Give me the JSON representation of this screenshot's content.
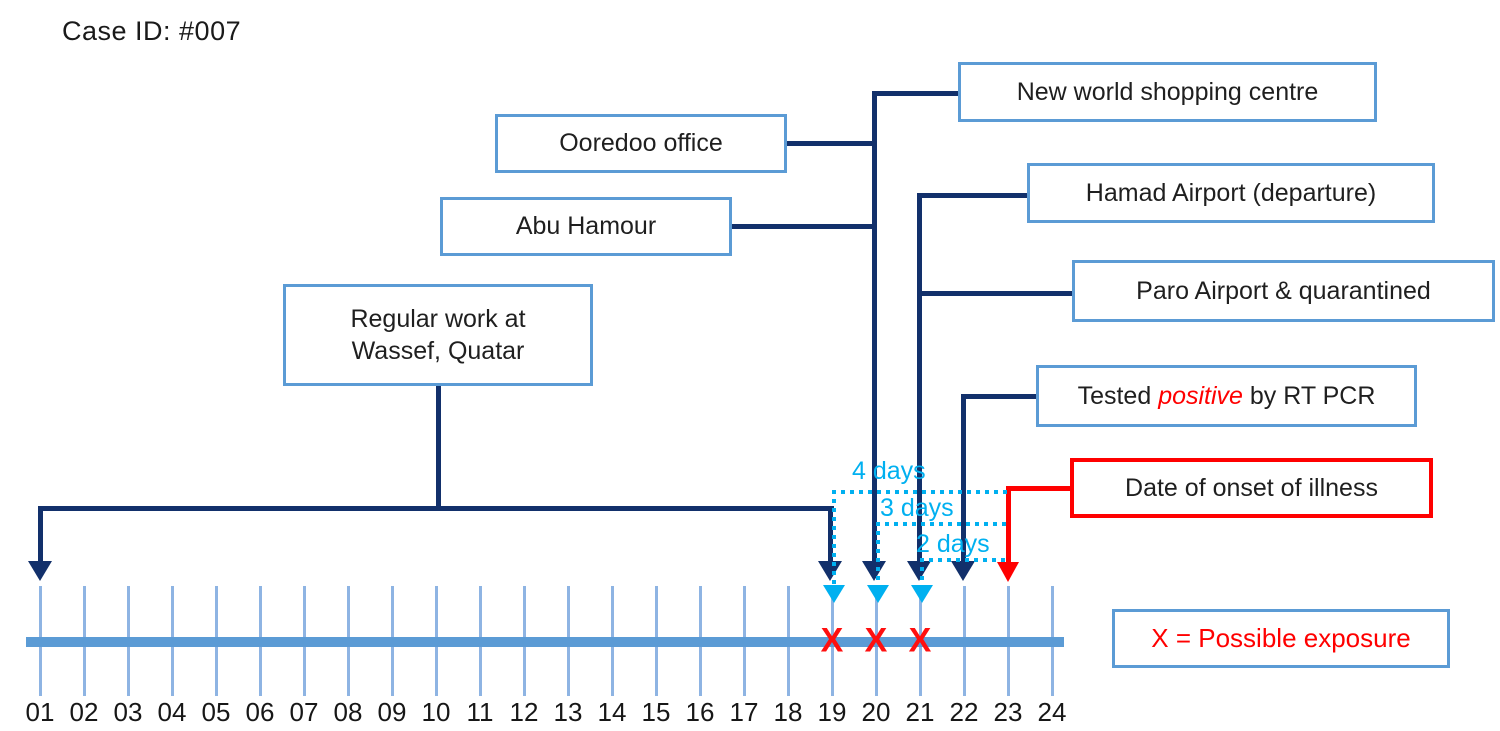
{
  "title": "Case ID: #007",
  "boxes": {
    "new_world": {
      "label": "New world shopping centre",
      "day": 20
    },
    "ooredoo": {
      "label": "Ooredoo office",
      "day": 20
    },
    "abu_hamour": {
      "label": "Abu Hamour",
      "day": 20
    },
    "hamad": {
      "label": "Hamad Airport (departure)",
      "day": 21
    },
    "paro": {
      "label": "Paro Airport & quarantined",
      "day": 21
    },
    "regular_work": {
      "label_line1": "Regular work at",
      "label_line2": "Wassef, Quatar",
      "day_start": 1,
      "day_end": 19
    },
    "tested": {
      "label_prefix": "Tested ",
      "label_highlight": "positive",
      "label_suffix": " by RT PCR",
      "day": 22
    },
    "onset": {
      "label": "Date of onset of illness",
      "day": 23
    }
  },
  "durations": {
    "four": {
      "label": "4 days",
      "from_day": 19,
      "to_day": 23
    },
    "three": {
      "label": "3 days",
      "from_day": 20,
      "to_day": 23
    },
    "two": {
      "label": "2 days",
      "from_day": 21,
      "to_day": 23
    }
  },
  "legend": {
    "text": "X = Possible exposure"
  },
  "timeline": {
    "days": [
      "01",
      "02",
      "03",
      "04",
      "05",
      "06",
      "07",
      "08",
      "09",
      "10",
      "11",
      "12",
      "13",
      "14",
      "15",
      "16",
      "17",
      "18",
      "19",
      "20",
      "21",
      "22",
      "23",
      "24"
    ],
    "exposure_days": [
      19,
      20,
      21
    ],
    "exposure_symbol": "X"
  },
  "colors": {
    "connector_navy": "#12306B",
    "box_border_blue": "#5B9BD5",
    "timeline_bar": "#5B9BD5",
    "tick_blue": "#8EB4E3",
    "duration_cyan": "#00B0F0",
    "alert_red": "#FF0000"
  }
}
